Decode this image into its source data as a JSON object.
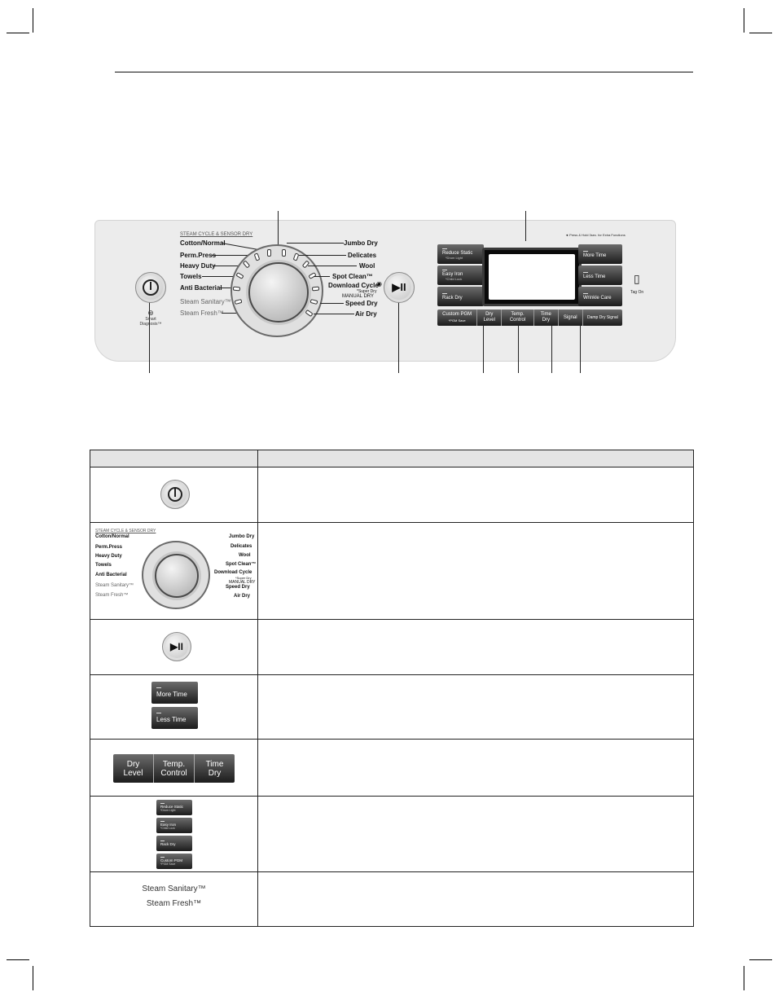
{
  "panel": {
    "cycle_header": "STEAM CYCLE & SENSOR DRY",
    "cycles_left": [
      "Cotton/Normal",
      "Perm.Press",
      "Heavy Duty",
      "Towels",
      "Anti Bacterial"
    ],
    "cycles_left_grey": [
      "Steam Sanitary™",
      "Steam Fresh™"
    ],
    "cycles_right": [
      "Jumbo Dry",
      "Delicates",
      "Wool",
      "Spot Clean™",
      "Download Cycle",
      "Speed Dry",
      "Air Dry"
    ],
    "download_sub": "*Super Dry",
    "manual_dry_label": "MANUAL DRY",
    "power_caption": [
      "Smart",
      "Diagnosis™"
    ],
    "start_pause_glyph": "▶II",
    "press_hold_note": "◄ Press & Hold 3sec. for Extra Functions",
    "tag_on": "Tag On",
    "left_buttons": [
      {
        "label": "Reduce Static",
        "sub": "*Drum Light"
      },
      {
        "label": "Easy Iron",
        "sub": "*Child Lock"
      },
      {
        "label": "Rack Dry",
        "sub": ""
      }
    ],
    "right_buttons": [
      "More Time",
      "Less Time",
      "Wrinkle Care"
    ],
    "bottom_bar": [
      {
        "l1": "Custom PGM",
        "l2": "*PGM Save"
      },
      {
        "l1": "Dry",
        "l2": "Level"
      },
      {
        "l1": "Temp.",
        "l2": "Control"
      },
      {
        "l1": "Time",
        "l2": "Dry"
      },
      {
        "l1": "Signal",
        "l2": ""
      },
      {
        "l1": "Damp Dry Signal",
        "l2": ""
      }
    ]
  },
  "table": {
    "header": [
      "",
      ""
    ],
    "rows": [
      {
        "kind": "power",
        "desc": ""
      },
      {
        "kind": "dial",
        "desc": ""
      },
      {
        "kind": "start",
        "desc": ""
      },
      {
        "kind": "time",
        "desc": "",
        "labels": [
          "More Time",
          "Less Time"
        ]
      },
      {
        "kind": "triple",
        "desc": "",
        "labels": [
          [
            "Dry",
            "Level"
          ],
          [
            "Temp.",
            "Control"
          ],
          [
            "Time",
            "Dry"
          ]
        ]
      },
      {
        "kind": "options",
        "desc": "",
        "labels": [
          [
            "Reduce Static",
            "*Drum Light"
          ],
          [
            "Easy Iron",
            "*Child Lock"
          ],
          [
            "Rack Dry",
            ""
          ],
          [
            "Custom PGM",
            "*PGM Save"
          ]
        ]
      },
      {
        "kind": "steam",
        "desc": "",
        "labels": [
          "Steam Sanitary™",
          "Steam Fresh™"
        ]
      }
    ]
  }
}
